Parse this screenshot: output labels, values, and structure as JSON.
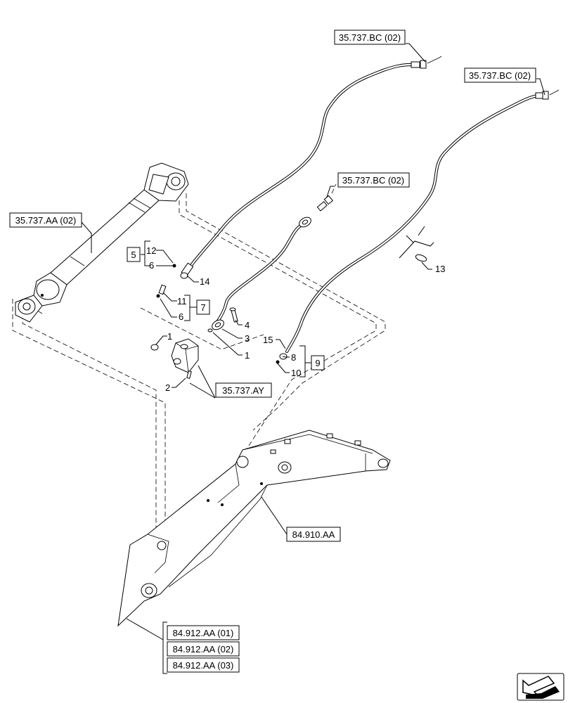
{
  "references": {
    "bc_top": "35.737.BC (02)",
    "bc_right": "35.737.BC (02)",
    "bc_mid": "35.737.BC (02)",
    "aa": "35.737.AA (02)",
    "ay": "35.737.AY",
    "boom": "84.910.AA",
    "arm_1": "84.912.AA (01)",
    "arm_2": "84.912.AA (02)",
    "arm_3": "84.912.AA (03)"
  },
  "callouts": {
    "group_5": "5",
    "group_7": "7",
    "group_9": "9",
    "n12": "12",
    "n6a": "6",
    "n14": "14",
    "n11": "11",
    "n6b": "6",
    "n1a": "1",
    "n2": "2",
    "n4": "4",
    "n3": "3",
    "n1b": "1",
    "n15": "15",
    "n8": "8",
    "n10": "10",
    "n13": "13"
  },
  "icons": {
    "nav": "back-arrow-icon"
  }
}
